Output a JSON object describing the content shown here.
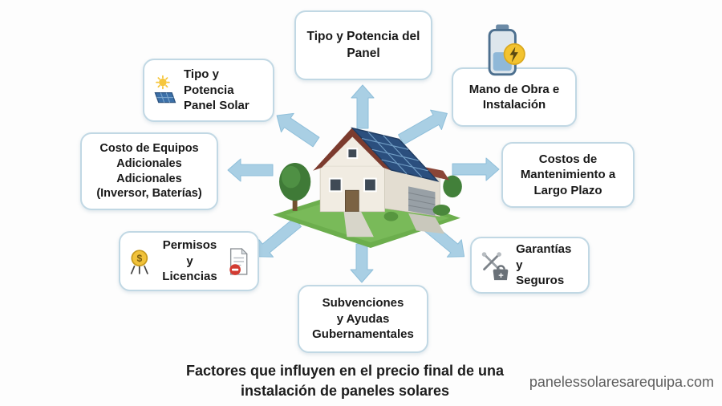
{
  "caption": "Factores que influyen en el precio final de una\ninstalación de paneles solares",
  "watermark": "panelessolaresarequipa.com",
  "colors": {
    "arrow": "#a9cfe4",
    "box_border": "#c1d8e4",
    "text": "#191919",
    "watermark": "#5e5e5e",
    "solar_panel_blue": "#2b4f7e",
    "roof_red": "#7c3b2e",
    "grass_green": "#6cae4d"
  },
  "center": {
    "illustration": "house-with-solar-panels"
  },
  "boxes": {
    "top_center": {
      "text": "Tipo y Potencia del\nPanel"
    },
    "top_right": {
      "text": "Mano de Obra e\nInstalación",
      "icon": "battery-charging-icon"
    },
    "right": {
      "text": "Costos de\nMantenimiento a\nLargo Plazo"
    },
    "bottom_right": {
      "text": "Garantías y\nSeguros",
      "icon": "tools-and-weight-icon"
    },
    "bottom_center": {
      "text": "Subvenciones\ny Ayudas\nGubernamentales"
    },
    "bottom_left": {
      "text": "Permisos y\nLicencias",
      "icons": [
        "dollar-coin-easel-icon",
        "document-restricted-icon"
      ]
    },
    "left": {
      "text": "Costo de Equipos\nAdicionales\nAdicionales\n(Inversor, Baterías)"
    },
    "top_left": {
      "text": "Tipo y Potencia\nPanel Solar",
      "icon": "sun-and-solar-panel-icon"
    }
  },
  "icons": {
    "coin_symbol": "$",
    "weight_plus": "+"
  }
}
